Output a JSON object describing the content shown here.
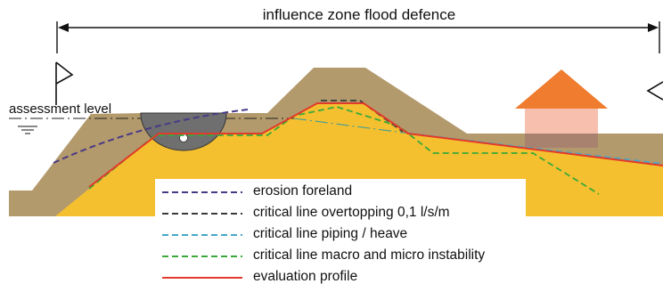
{
  "diagram": {
    "zone_label": "influence zone flood defence",
    "assessment_label": "assessment level",
    "colors": {
      "soil": "#b39a6c",
      "sand": "#f4c02f",
      "house_roof": "#ef7c2f",
      "house_wall": "#f7bfae",
      "pipe": "#6f6f6f"
    }
  },
  "legend": {
    "items": [
      {
        "label": "erosion foreland",
        "color": "#4a3a86",
        "style": "dashed"
      },
      {
        "label": "critical line overtopping 0,1 l/s/m",
        "color": "#3a3a3a",
        "style": "dashed"
      },
      {
        "label": "critical line piping / heave",
        "color": "#46a6c6",
        "style": "dashed"
      },
      {
        "label": "critical line macro and micro instability",
        "color": "#3aa83a",
        "style": "dashed"
      },
      {
        "label": "evaluation profile",
        "color": "#e23a2a",
        "style": "solid"
      }
    ]
  }
}
